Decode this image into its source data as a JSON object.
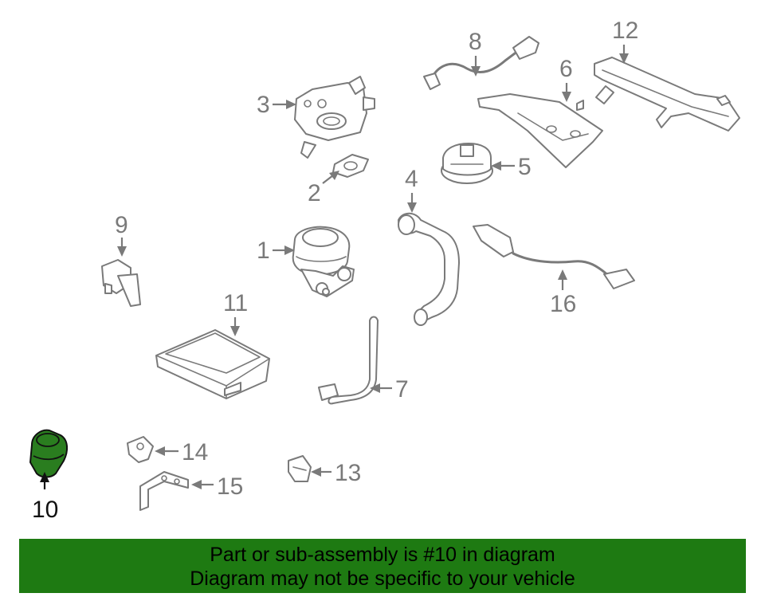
{
  "diagram": {
    "callouts": {
      "c1": "1",
      "c2": "2",
      "c3": "3",
      "c4": "4",
      "c5": "5",
      "c6": "6",
      "c7": "7",
      "c8": "8",
      "c9": "9",
      "c10": "10",
      "c11": "11",
      "c12": "12",
      "c13": "13",
      "c14": "14",
      "c15": "15",
      "c16": "16"
    },
    "highlighted_part": "10",
    "highlight_color": "#2a7d1f",
    "line_color": "#7a7a7a"
  },
  "banner": {
    "line1": "Part or sub-assembly is #10 in diagram",
    "line2": "Diagram may not be specific to your vehicle",
    "background": "#1e7a12"
  }
}
